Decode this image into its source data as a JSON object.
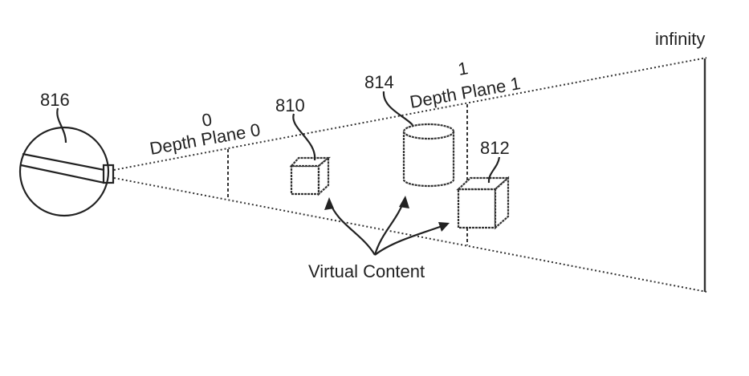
{
  "diagram": {
    "title": "Depth planes and virtual content",
    "labels": {
      "eye": "816",
      "cube_near": "810",
      "cylinder": "814",
      "cube_far": "812",
      "plane0_index": "0",
      "plane0_name": "Depth Plane 0",
      "plane1_index": "1",
      "plane1_name": "Depth Plane 1",
      "infinity": "infinity",
      "virtual_content": "Virtual Content"
    },
    "depth_planes": [
      {
        "index": "0",
        "name": "Depth Plane 0"
      },
      {
        "index": "1",
        "name": "Depth Plane 1"
      },
      {
        "index": "infinity",
        "name": "infinity"
      }
    ],
    "objects": [
      {
        "id": "810",
        "shape": "cube"
      },
      {
        "id": "814",
        "shape": "cylinder"
      },
      {
        "id": "812",
        "shape": "cube"
      }
    ]
  }
}
